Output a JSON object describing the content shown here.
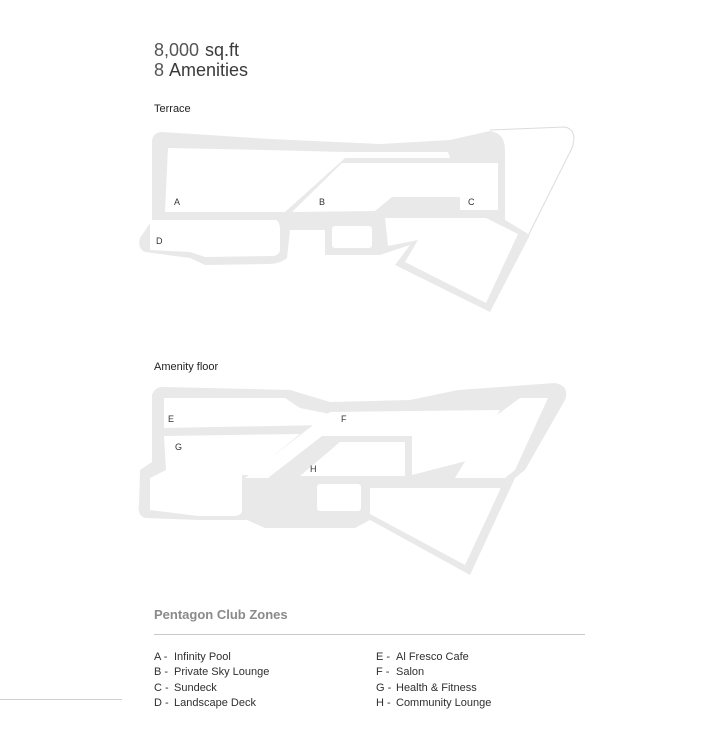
{
  "stats": {
    "area_value": "8,000",
    "area_unit": "sq.ft",
    "amenities_count": "8",
    "amenities_label": "Amenities"
  },
  "floors": {
    "terrace_label": "Terrace",
    "amenity_label": "Amenity floor"
  },
  "terrace_zones": [
    "A",
    "B",
    "C",
    "D"
  ],
  "amenity_zones": [
    "E",
    "F",
    "G",
    "H"
  ],
  "legend": {
    "title": "Pentagon Club Zones",
    "left": [
      {
        "key": "A -",
        "name": "Infinity Pool"
      },
      {
        "key": "B -",
        "name": "Private Sky Lounge"
      },
      {
        "key": "C -",
        "name": "Sundeck"
      },
      {
        "key": "D -",
        "name": "Landscape Deck"
      }
    ],
    "right": [
      {
        "key": "E -",
        "name": "Al Fresco Cafe"
      },
      {
        "key": "F -",
        "name": "Salon"
      },
      {
        "key": "G -",
        "name": "Health & Fitness"
      },
      {
        "key": "H -",
        "name": "Community Lounge"
      }
    ]
  },
  "colors": {
    "plan_fill": "#e9e9e9",
    "text": "#2f2f2f",
    "title_muted": "#8a8a8a"
  }
}
